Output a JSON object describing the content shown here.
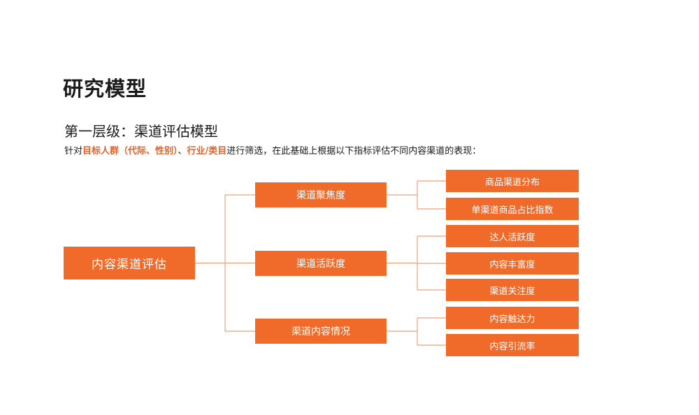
{
  "page_title": "研究模型",
  "subtitle": "第一层级：渠道评估模型",
  "description": {
    "prefix": "针对",
    "highlight_1": "目标人群（代际、性别）",
    "separator": "、",
    "highlight_2": "行业/类目",
    "suffix": "进行筛选，在此基础上根据以下指标评估不同内容渠道的表现："
  },
  "colors": {
    "node_fill": "#f06a2a",
    "highlight_text": "#e0622c",
    "connector": "#f0a077"
  },
  "diagram": {
    "root": "内容渠道评估",
    "branches": [
      {
        "label": "渠道聚焦度",
        "children": [
          "商品渠道分布",
          "单渠道商品占比指数"
        ]
      },
      {
        "label": "渠道活跃度",
        "children": [
          "达人活跃度",
          "内容丰富度",
          "渠道关注度"
        ]
      },
      {
        "label": "渠道内容情况",
        "children": [
          "内容触达力",
          "内容引流率"
        ]
      }
    ]
  }
}
